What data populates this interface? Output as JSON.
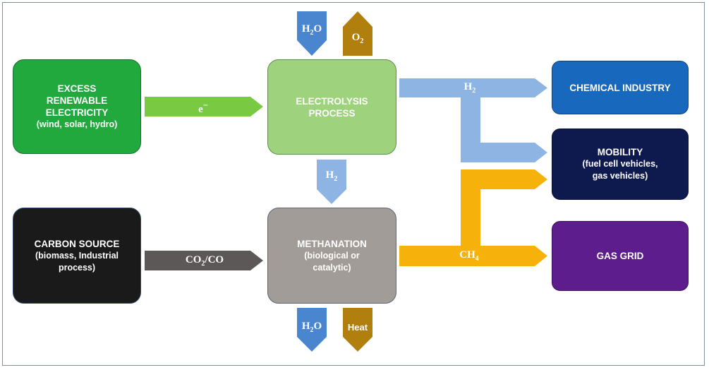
{
  "colors": {
    "electricity": "#22a93e",
    "carbon": "#1a1a1a",
    "electrolysis": "#9ed27d",
    "methanation": "#a19c98",
    "chemical": "#1868be",
    "mobility": "#0e1a4d",
    "gas_grid": "#5d1d8c",
    "h2_flow": "#8db4e2",
    "ch4_flow": "#f6b20a",
    "electron_flow": "#7ac943",
    "co2_flow": "#5b5857",
    "water": "#4a86d0",
    "byproduct": "#b07f0e"
  },
  "sources": {
    "electricity": {
      "title_lines": [
        "EXCESS",
        "RENEWABLE",
        "ELECTRICITY"
      ],
      "subtitle": "(wind, solar, hydro)"
    },
    "carbon": {
      "title": "CARBON SOURCE",
      "subtitle_lines": [
        "(biomass, Industrial",
        "process)"
      ]
    }
  },
  "processes": {
    "electrolysis": {
      "title_lines": [
        "ELECTROLYSIS",
        "PROCESS"
      ]
    },
    "methanation": {
      "title": "METHANATION",
      "subtitle_lines": [
        "(biological or",
        "catalytic)"
      ]
    }
  },
  "outputs": {
    "chemical": {
      "title": "CHEMICAL INDUSTRY"
    },
    "mobility": {
      "title": "MOBILITY",
      "subtitle_lines": [
        "(fuel cell vehicles,",
        "gas vehicles)"
      ]
    },
    "gas_grid": {
      "title": "GAS GRID"
    }
  },
  "flows": {
    "electron": {
      "base": "e",
      "sup": "−"
    },
    "co2_co": {
      "part1": "CO",
      "sub": "2",
      "part2": "/CO"
    },
    "h2_to_methanation": {
      "base": "H",
      "sub": "2"
    },
    "h2_out": {
      "base": "H",
      "sub": "2"
    },
    "ch4_out": {
      "base": "CH",
      "sub": "4"
    },
    "water_in": {
      "base": "H",
      "sub": "2",
      "after": "O"
    },
    "oxygen_out": {
      "base": "O",
      "sub": "2"
    },
    "water_out": {
      "base": "H",
      "sub": "2",
      "after": "O"
    },
    "heat_out": {
      "label": "Heat"
    }
  }
}
